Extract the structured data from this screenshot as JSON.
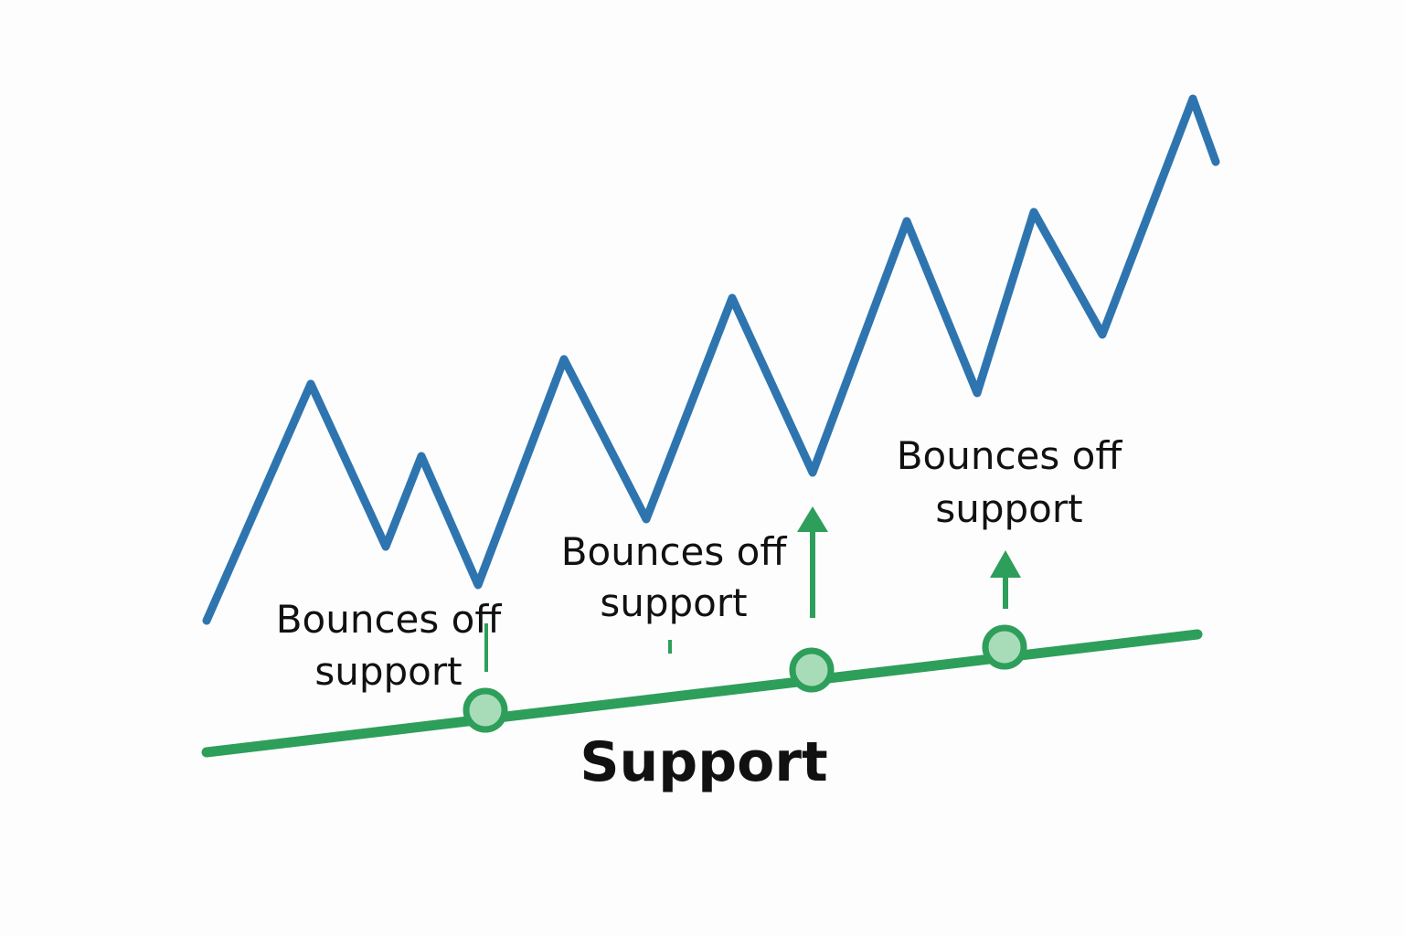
{
  "colors": {
    "price": "#2e75b0",
    "support": "#2e9e5b",
    "touch_fill": "#a8dcb8",
    "text": "#111111"
  },
  "support_label": "Support",
  "annotations": [
    {
      "line1": "Bounces off",
      "line2": "support"
    },
    {
      "line1": "Bounces off",
      "line2": "support"
    },
    {
      "line1": "Bounces off",
      "line2": "support"
    }
  ],
  "touch_points_count": 3
}
